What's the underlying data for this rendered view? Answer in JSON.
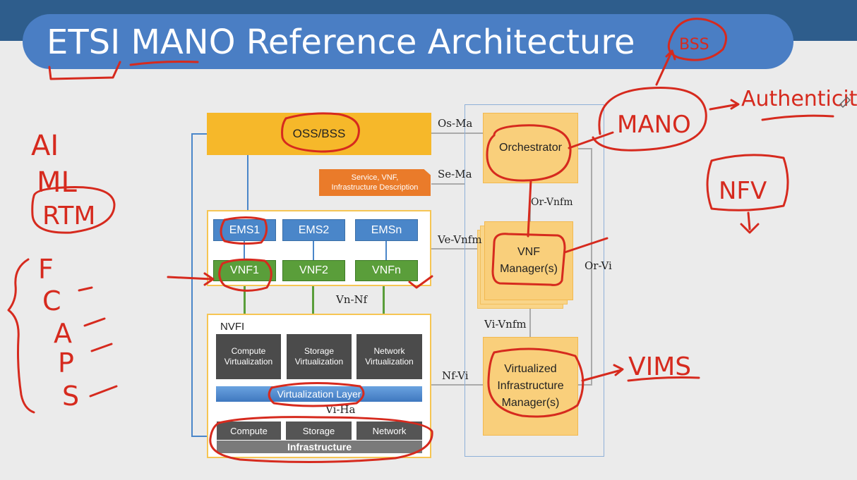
{
  "title": "ETSI MANO Reference Architecture",
  "blocks": {
    "oss_bss": "OSS/BSS",
    "description_line1": "Service, VNF,",
    "description_line2": "Infrastructure Description",
    "ems": [
      "EMS1",
      "EMS2",
      "EMSn"
    ],
    "vnf": [
      "VNF1",
      "VNF2",
      "VNFn"
    ],
    "nvfi": "NVFI",
    "virtualization": [
      {
        "line1": "Compute",
        "line2": "Virtualization"
      },
      {
        "line1": "Storage",
        "line2": "Virtualization"
      },
      {
        "line1": "Network",
        "line2": "Virtualization"
      }
    ],
    "virtualization_layer": "Virtualization Layer",
    "hardware": [
      "Compute",
      "Storage",
      "Network"
    ],
    "infrastructure": "Infrastructure",
    "orchestrator": "Orchestrator",
    "vnf_manager_line1": "VNF",
    "vnf_manager_line2": "Manager(s)",
    "vim_line1": "Virtualized",
    "vim_line2": "Infrastructure",
    "vim_line3": "Manager(s)"
  },
  "interfaces": {
    "os_ma": "Os-Ma",
    "se_ma": "Se-Ma",
    "or_vnfm": "Or-Vnfm",
    "ve_vnfm": "Ve-Vnfm",
    "or_vi": "Or-Vi",
    "vn_nf": "Vn-Nf",
    "vi_vnfm": "Vi-Vnfm",
    "nf_vi": "Nf-Vi",
    "vi_ha": "Vi-Ha"
  },
  "annotations": {
    "bss": "BSS",
    "mano": "MANO",
    "authenticity": "Authenticity",
    "nfv": "NFV",
    "vims": "VIMS",
    "left_list": [
      "AI",
      "ML",
      "RTM"
    ],
    "fcaps": [
      "F",
      "C",
      "A",
      "P",
      "S"
    ]
  },
  "colors": {
    "title_bar": "#4a7ec4",
    "oss": "#f6b82a",
    "ems": "#4a86c9",
    "vnf": "#5a9e3a",
    "mano_blocks": "#f9cf7b",
    "ink": "#d62a1e"
  }
}
